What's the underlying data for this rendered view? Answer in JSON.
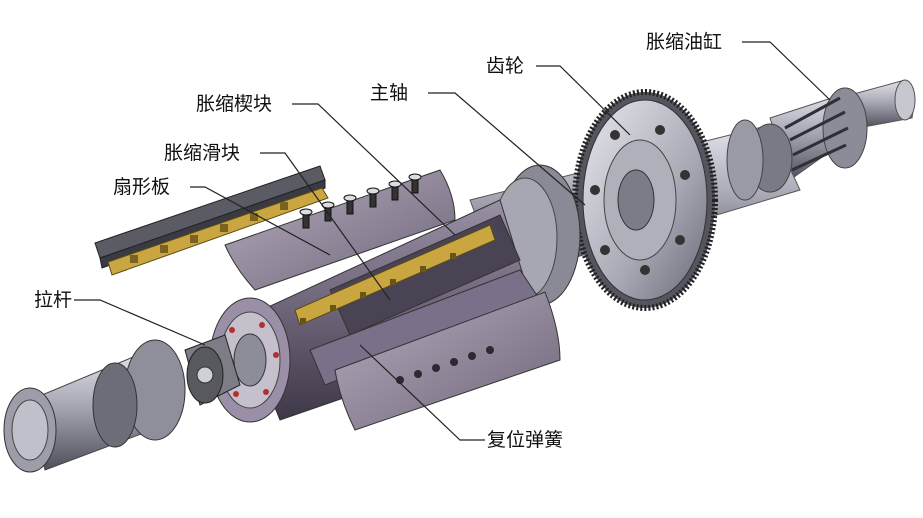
{
  "labels": {
    "hydraulic_cylinder": "胀缩油缸",
    "gear": "齿轮",
    "main_shaft": "主轴",
    "expansion_wedge": "胀缩楔块",
    "expansion_slider": "胀缩滑块",
    "sector_plate": "扇形板",
    "pull_rod": "拉杆",
    "return_spring": "复位弹簧"
  },
  "colors": {
    "drum_purple": "#6e6478",
    "metal_light": "#c9c9d2",
    "metal_dark": "#5f5f6a",
    "brass": "#b89a3c",
    "leader": "#222222"
  }
}
